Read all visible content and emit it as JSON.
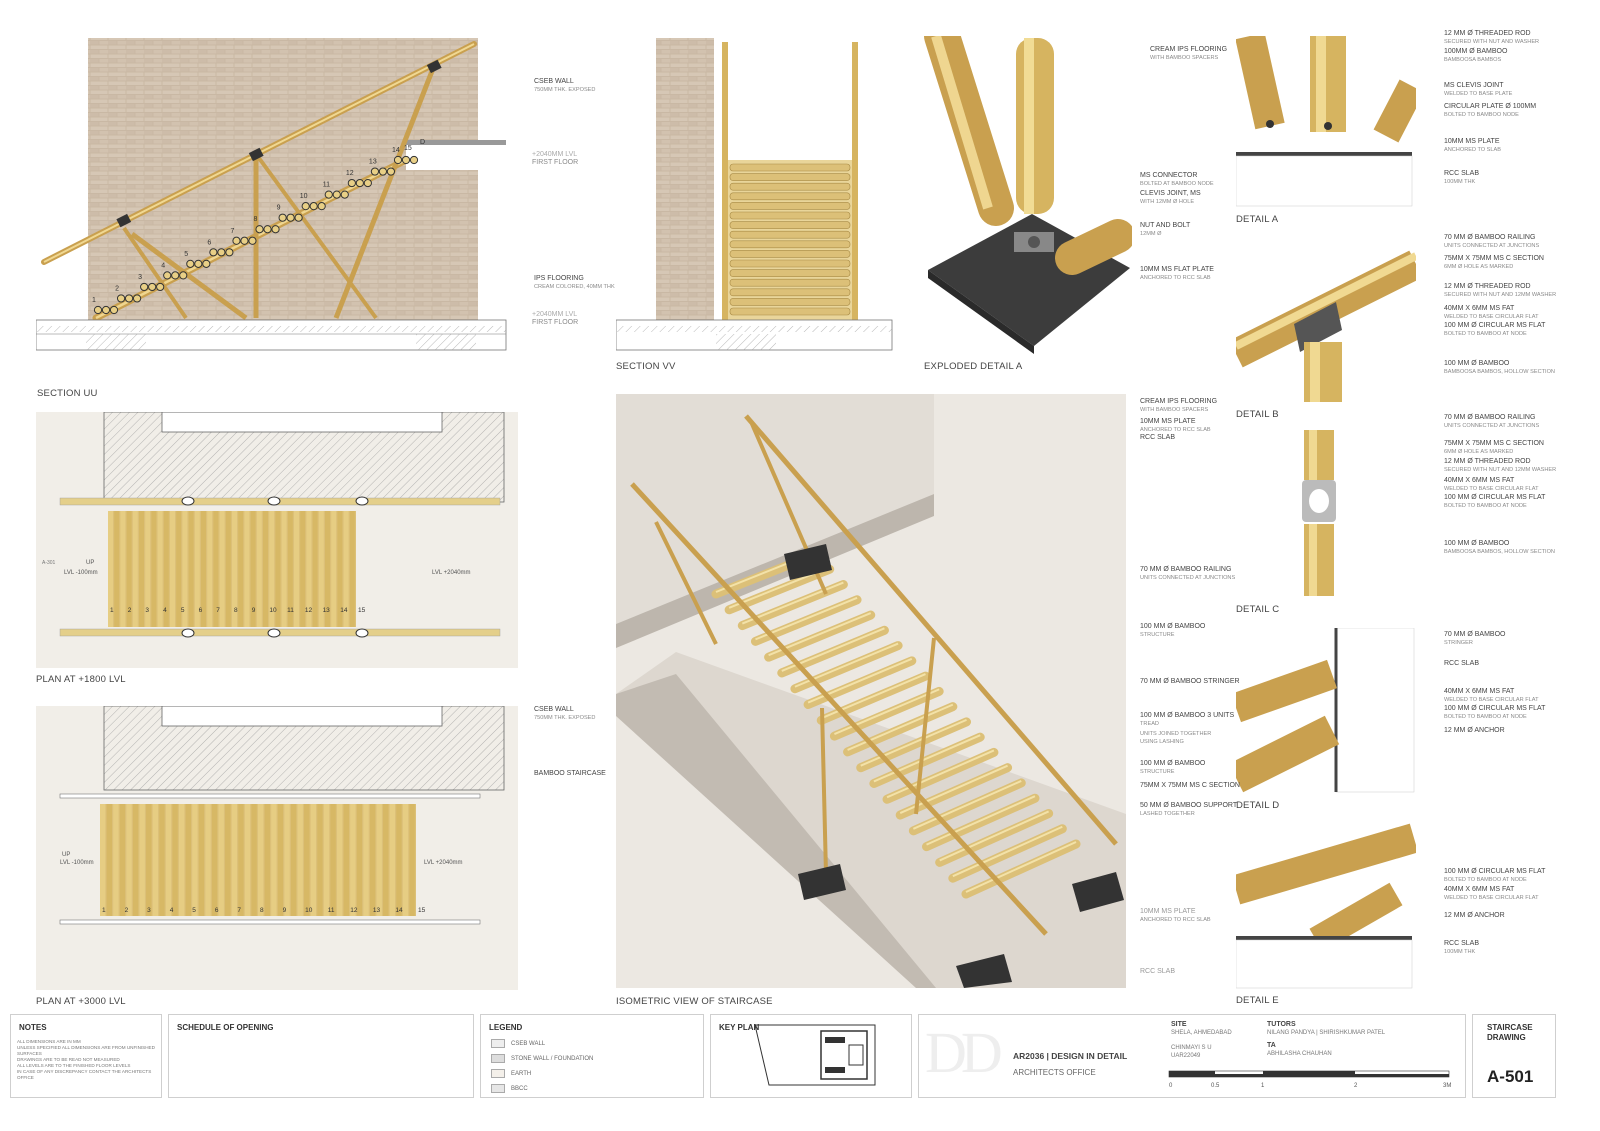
{
  "drawings": {
    "section_uu": {
      "title": "SECTION UU"
    },
    "section_vv": {
      "title": "SECTION VV"
    },
    "exploded_a": {
      "title": "EXPLODED DETAIL A"
    },
    "detail_a": {
      "title": "DETAIL A"
    },
    "detail_b": {
      "title": "DETAIL B"
    },
    "detail_c": {
      "title": "DETAIL C"
    },
    "detail_d": {
      "title": "DETAIL D"
    },
    "detail_e": {
      "title": "DETAIL E"
    },
    "plan_1800": {
      "title": "PLAN AT +1800 LVL"
    },
    "plan_3000": {
      "title": "PLAN AT +3000 LVL"
    },
    "isometric": {
      "title": "ISOMETRIC VIEW OF STAIRCASE"
    }
  },
  "section_uu_notes": [
    {
      "title": "CSEB WALL",
      "sub": "750MM THK. EXPOSED"
    },
    {
      "title": "+2040mm lvl",
      "sub": "First Floor"
    },
    {
      "title": "IPS FLOORING",
      "sub": "CREAM COLORED, 40MM THK"
    },
    {
      "title": "+2040mm lvl",
      "sub": "First Floor"
    }
  ],
  "stair_numbers_uu": [
    "1",
    "2",
    "3",
    "4",
    "5",
    "6",
    "7",
    "8",
    "9",
    "10",
    "11",
    "12",
    "13",
    "14",
    "15",
    "D"
  ],
  "exploded_notes": [
    {
      "title": "CREAM IPS FLOORING",
      "sub": "WITH BAMBOO SPACERS"
    },
    {
      "title": "MS CONNECTOR",
      "sub": "BOLTED AT BAMBOO NODE"
    },
    {
      "title": "CLEVIS JOINT, MS",
      "sub": "WITH 12MM Ø HOLE"
    },
    {
      "title": "NUT AND BOLT",
      "sub": "12MM Ø"
    },
    {
      "title": "10MM MS FLAT PLATE",
      "sub": "ANCHORED TO RCC SLAB"
    }
  ],
  "detail_a_notes": [
    {
      "title": "12 MM Ø THREADED ROD",
      "sub": "SECURED WITH NUT AND WASHER"
    },
    {
      "title": "100MM Ø BAMBOO",
      "sub": "BAMBOOSA BAMBOS"
    },
    {
      "title": "MS CLEVIS JOINT",
      "sub": "WELDED TO BASE PLATE"
    },
    {
      "title": "CIRCULAR PLATE Ø 100MM",
      "sub": "BOLTED TO BAMBOO NODE"
    },
    {
      "title": "10MM MS PLATE",
      "sub": "ANCHORED TO SLAB"
    },
    {
      "title": "RCC SLAB",
      "sub": "100MM THK"
    }
  ],
  "detail_b_notes": [
    {
      "title": "70 MM Ø BAMBOO RAILING",
      "sub": "UNITS CONNECTED AT JUNCTIONS"
    },
    {
      "title": "75MM X 75MM MS C SECTION",
      "sub": "6MM Ø HOLE AS MARKED"
    },
    {
      "title": "12 MM Ø THREADED ROD",
      "sub": "SECURED WITH NUT AND 12MM WASHER"
    },
    {
      "title": "40MM X 6MM MS FAT",
      "sub": "WELDED TO BASE CIRCULAR FLAT"
    },
    {
      "title": "100 MM Ø CIRCULAR MS FLAT",
      "sub": "BOLTED TO BAMBOO AT NODE"
    },
    {
      "title": "100 MM Ø BAMBOO",
      "sub": "BAMBOOSA BAMBOS, HOLLOW SECTION"
    }
  ],
  "detail_c_notes": [
    {
      "title": "70 MM Ø BAMBOO RAILING",
      "sub": "UNITS CONNECTED AT JUNCTIONS"
    },
    {
      "title": "75MM X 75MM MS C SECTION",
      "sub": "6MM Ø HOLE AS MARKED"
    },
    {
      "title": "12 MM Ø THREADED ROD",
      "sub": "SECURED WITH NUT AND 12MM WASHER"
    },
    {
      "title": "40MM X 6MM MS FAT",
      "sub": "WELDED TO BASE CIRCULAR FLAT"
    },
    {
      "title": "100 MM Ø CIRCULAR MS FLAT",
      "sub": "BOLTED TO BAMBOO AT NODE"
    },
    {
      "title": "100 MM Ø BAMBOO",
      "sub": "BAMBOOSA BAMBOS, HOLLOW SECTION"
    }
  ],
  "detail_d_notes": [
    {
      "title": "70 MM Ø BAMBOO",
      "sub": "STRINGER"
    },
    {
      "title": "RCC SLAB",
      "sub": ""
    },
    {
      "title": "40MM X 6MM MS FAT",
      "sub": "WELDED TO BASE CIRCULAR FLAT"
    },
    {
      "title": "100 MM Ø CIRCULAR MS FLAT",
      "sub": "BOLTED TO BAMBOO AT NODE"
    },
    {
      "title": "12 MM Ø ANCHOR",
      "sub": ""
    }
  ],
  "detail_e_notes": [
    {
      "title": "100 MM Ø CIRCULAR MS FLAT",
      "sub": "BOLTED TO BAMBOO AT NODE"
    },
    {
      "title": "40MM X 6MM MS FAT",
      "sub": "WELDED TO BASE CIRCULAR FLAT"
    },
    {
      "title": "12 MM Ø ANCHOR",
      "sub": ""
    },
    {
      "title": "RCC SLAB",
      "sub": "100MM THK"
    }
  ],
  "iso_notes": [
    {
      "title": "CREAM IPS FLOORING",
      "sub": "WITH BAMBOO SPACERS"
    },
    {
      "title": "10MM MS PLATE",
      "sub": "ANCHORED TO RCC SLAB"
    },
    {
      "title": "RCC SLAB",
      "sub": ""
    },
    {
      "title": "70 MM Ø BAMBOO RAILING",
      "sub": "UNITS CONNECTED AT JUNCTIONS"
    },
    {
      "title": "100 MM Ø BAMBOO",
      "sub": "STRUCTURE"
    },
    {
      "title": "70 MM Ø BAMBOO STRINGER",
      "sub": ""
    },
    {
      "title": "100 MM Ø BAMBOO 3 UNITS",
      "sub": "TREAD"
    },
    {
      "title": "",
      "sub": "UNITS JOINED TOGETHER USING LASHING"
    },
    {
      "title": "100 MM Ø BAMBOO",
      "sub": "STRUCTURE"
    },
    {
      "title": "75MM X 75MM MS C SECTION",
      "sub": ""
    },
    {
      "title": "50 MM Ø BAMBOO SUPPORT",
      "sub": "LASHED TOGETHER"
    },
    {
      "title": "10MM MS PLATE",
      "sub": "ANCHORED TO RCC SLAB"
    },
    {
      "title": "RCC SLAB",
      "sub": ""
    }
  ],
  "plan_3000_notes": [
    {
      "title": "CSEB WALL",
      "sub": "750MM THK. EXPOSED"
    },
    {
      "title": "BAMBOO STAIRCASE",
      "sub": ""
    }
  ],
  "plan_1800_labels": {
    "up": "UP",
    "lvl_left": "LVL -100mm",
    "lvl_right": "LVL +2040mm",
    "section_marker": "A-301"
  },
  "plan_3000_labels": {
    "up": "UP",
    "lvl_left": "LVL -100mm",
    "lvl_right": "LVL +2040mm"
  },
  "plan_numbers": [
    "1",
    "2",
    "3",
    "4",
    "5",
    "6",
    "7",
    "8",
    "9",
    "10",
    "11",
    "12",
    "13",
    "14",
    "15"
  ],
  "title_block": {
    "notes_heading": "NOTES",
    "notes_text": "ALL DIMENSIONS ARE IN MM\nUNLESS SPECIFIED ALL DIMENSIONS ARE FROM UNFINISHED SURFACES\nDRAWINGS ARE TO BE READ NOT MEASURED\nALL LEVELS ARE TO THE FINISHED FLOOR LEVELS\nIN CASE OF ANY DISCREPANCY CONTACT THE ARCHITECTS OFFICE",
    "schedule_heading": "SCHEDULE OF OPENING",
    "legend_heading": "LEGEND",
    "legend": [
      "CSEB WALL",
      "STONE WALL / FOUNDATION",
      "EARTH",
      "BBCC"
    ],
    "key_plan_heading": "KEY PLAN",
    "logo": "DD",
    "course": "AR2036 | DESIGN IN DETAIL",
    "office": "ARCHITECTS OFFICE",
    "site_label": "SITE",
    "site_value": "SHELA, AHMEDABAD",
    "student_name": "CHINMAYI S U",
    "student_id": "UAR22049",
    "tutors_label": "TUTORS",
    "tutors_value": "NILANG PANDYA | SHIRISHKUMAR PATEL",
    "ta_label": "TA",
    "ta_value": "ABHILASHA CHAUHAN",
    "scale_ticks": [
      "0",
      "0.5",
      "1",
      "2",
      "3M"
    ],
    "sheet_title": "STAIRCASE DRAWING",
    "sheet_number": "A-501"
  }
}
